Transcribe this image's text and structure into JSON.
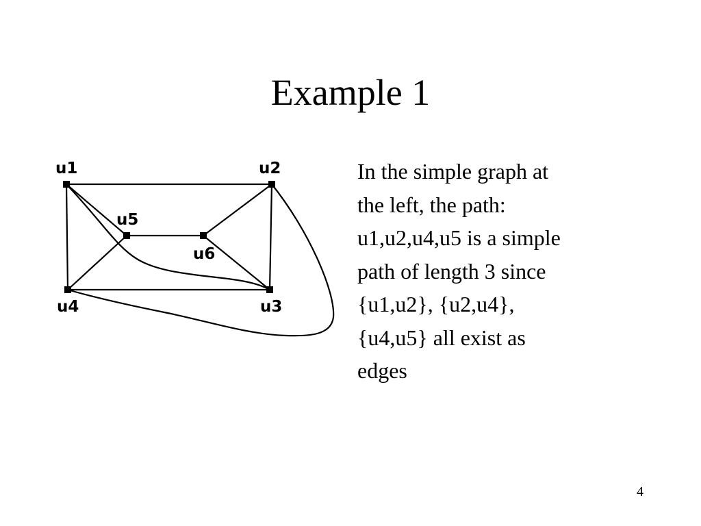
{
  "slide": {
    "title": "Example 1",
    "description_lines": [
      "In the simple graph at",
      "the left, the path:",
      "u1,u2,u4,u5 is a simple",
      "path of length 3 since",
      "{u1,u2}, {u2,u4},",
      "{u4,u5} all exist as",
      "edges"
    ],
    "page_number": "4"
  },
  "graph": {
    "vertices": [
      {
        "id": "u1",
        "label": "u1"
      },
      {
        "id": "u2",
        "label": "u2"
      },
      {
        "id": "u3",
        "label": "u3"
      },
      {
        "id": "u4",
        "label": "u4"
      },
      {
        "id": "u5",
        "label": "u5"
      },
      {
        "id": "u6",
        "label": "u6"
      }
    ],
    "edges": [
      [
        "u1",
        "u2"
      ],
      [
        "u1",
        "u4"
      ],
      [
        "u2",
        "u3"
      ],
      [
        "u4",
        "u3"
      ],
      [
        "u1",
        "u5"
      ],
      [
        "u5",
        "u6"
      ],
      [
        "u4",
        "u5"
      ],
      [
        "u6",
        "u2"
      ],
      [
        "u6",
        "u3"
      ],
      [
        "u1",
        "u3"
      ],
      [
        "u2",
        "u4"
      ]
    ]
  }
}
